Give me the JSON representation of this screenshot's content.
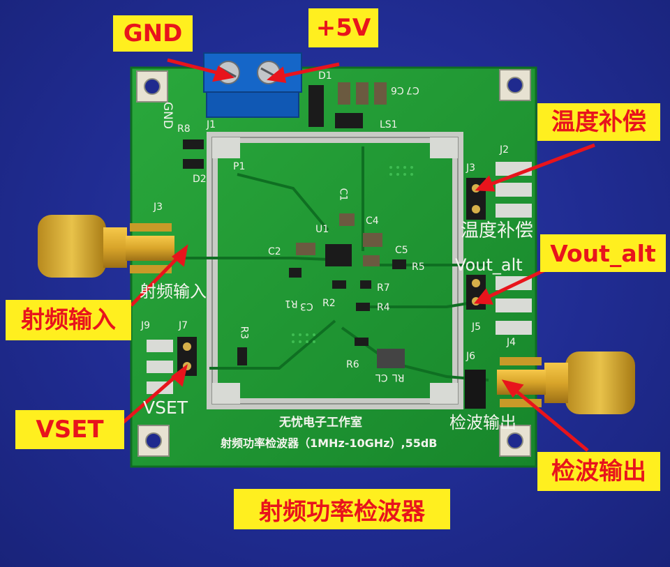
{
  "callouts": {
    "gnd": "GND",
    "v5": "+5V",
    "temp_comp": "温度补偿",
    "vout_alt": "Vout_alt",
    "rf_in": "射频输入",
    "vset": "VSET",
    "det_out": "检波输出"
  },
  "caption": "射频功率检波器",
  "silkscreen": {
    "gnd": "GND",
    "temp_comp": "温度补偿",
    "vout_alt": "Vout_alt",
    "rf_in": "射频输入",
    "vset": "VSET",
    "det_out": "检波输出",
    "maker": "无忧电子工作室",
    "product": "射频功率检波器（1MHz-10GHz）,55dB"
  },
  "refs": [
    "J1",
    "R8",
    "D2",
    "J3",
    "P1",
    "D1",
    "C6",
    "C7",
    "LS1",
    "J2",
    "J3",
    "C1",
    "C4",
    "U1",
    "C2",
    "C5",
    "R5",
    "R1",
    "R2",
    "R7",
    "R4",
    "C3",
    "R3",
    "J9",
    "J7",
    "J6",
    "J4",
    "J5",
    "R6",
    "CL",
    "RL"
  ],
  "colors": {
    "background": "#202c92",
    "pcb": "#1f9a34",
    "callout_bg": "#ffef1f",
    "callout_text": "#e8141c",
    "arrow": "#e8141c",
    "silkscreen": "#f4f4ee",
    "connector": "#d9a52a",
    "terminal": "#1566c8"
  }
}
